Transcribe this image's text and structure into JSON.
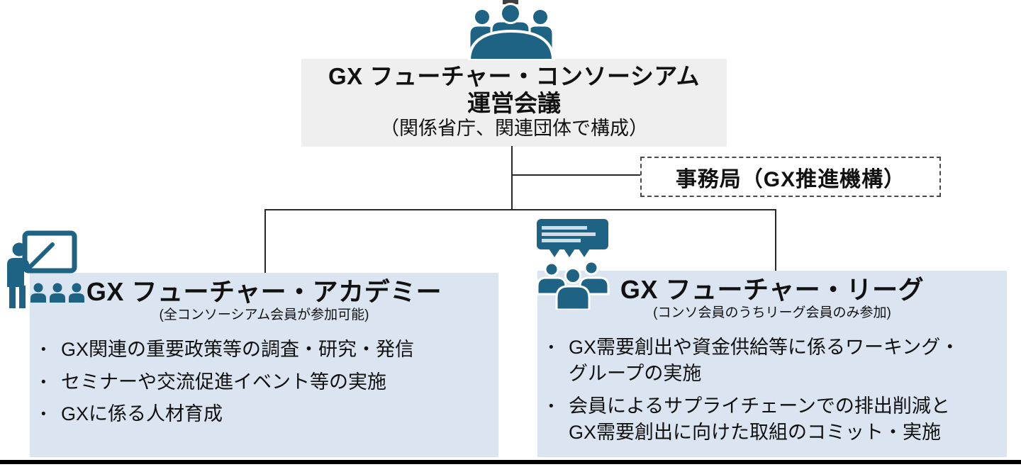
{
  "diagram": {
    "top": {
      "icon": "meeting-table-icon",
      "title_line1": "GX フューチャー・コンソーシアム",
      "title_line2": "運営会議",
      "note": "（関係省庁、関連団体で構成）"
    },
    "secretariat": {
      "label": "事務局（GX推進機構）"
    },
    "academy": {
      "icon": "presenter-whiteboard-icon",
      "title": "GX フューチャー・アカデミー",
      "note": "(全コンソーシアム会員が参加可能)",
      "bullets": [
        "GX関連の重要政策等の調査・研究・発信",
        "セミナーや交流促進イベント等の実施",
        "GXに係る人材育成"
      ]
    },
    "league": {
      "icon": "speech-bubble-group-icon",
      "title": "GX フューチャー・リーグ",
      "note": "(コンソ会員のうちリーグ会員のみ参加)",
      "bullets": [
        "GX需要創出や資金供給等に係るワーキング・\nグループの実施",
        "会員によるサプライチェーンでの排出削減と\nGX需要創出に向けた取組のコミット・実施"
      ]
    },
    "bullet_char": "•",
    "colors": {
      "icon_teal": "#1f6384",
      "panel_blue": "#dbe5f1",
      "panel_gray": "#efefef",
      "connector": "#2a2a2a"
    }
  }
}
